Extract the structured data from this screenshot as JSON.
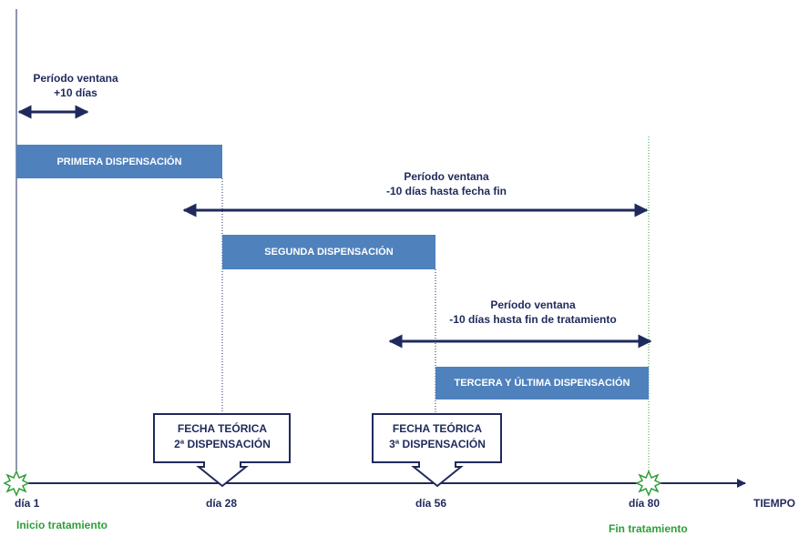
{
  "window_left": {
    "title": "Período ventana",
    "detail": "+10 días"
  },
  "window_middle": {
    "title": "Período ventana",
    "detail": "-10 días hasta fecha fin"
  },
  "window_right": {
    "title": "Período ventana",
    "detail": "-10 días hasta fin de tratamiento"
  },
  "bars": {
    "first": "PRIMERA DISPENSACIÓN",
    "second": "SEGUNDA DISPENSACIÓN",
    "third": "TERCERA Y ÚLTIMA DISPENSACIÓN"
  },
  "callouts": {
    "second": {
      "line1": "FECHA TEÓRICA",
      "line2": "2ª DISPENSACIÓN"
    },
    "third": {
      "line1": "FECHA TEÓRICA",
      "line2": "3ª DISPENSACIÓN"
    }
  },
  "axis": {
    "label": "TIEMPO",
    "ticks": [
      "día 1",
      "día 28",
      "día 56",
      "día 80"
    ]
  },
  "milestones": {
    "start": "Inicio tratamiento",
    "end": "Fin tratamiento"
  },
  "colors": {
    "bar": "#4f81bd",
    "arrow": "#1f2a5c",
    "milestone": "#2e9e3a"
  }
}
